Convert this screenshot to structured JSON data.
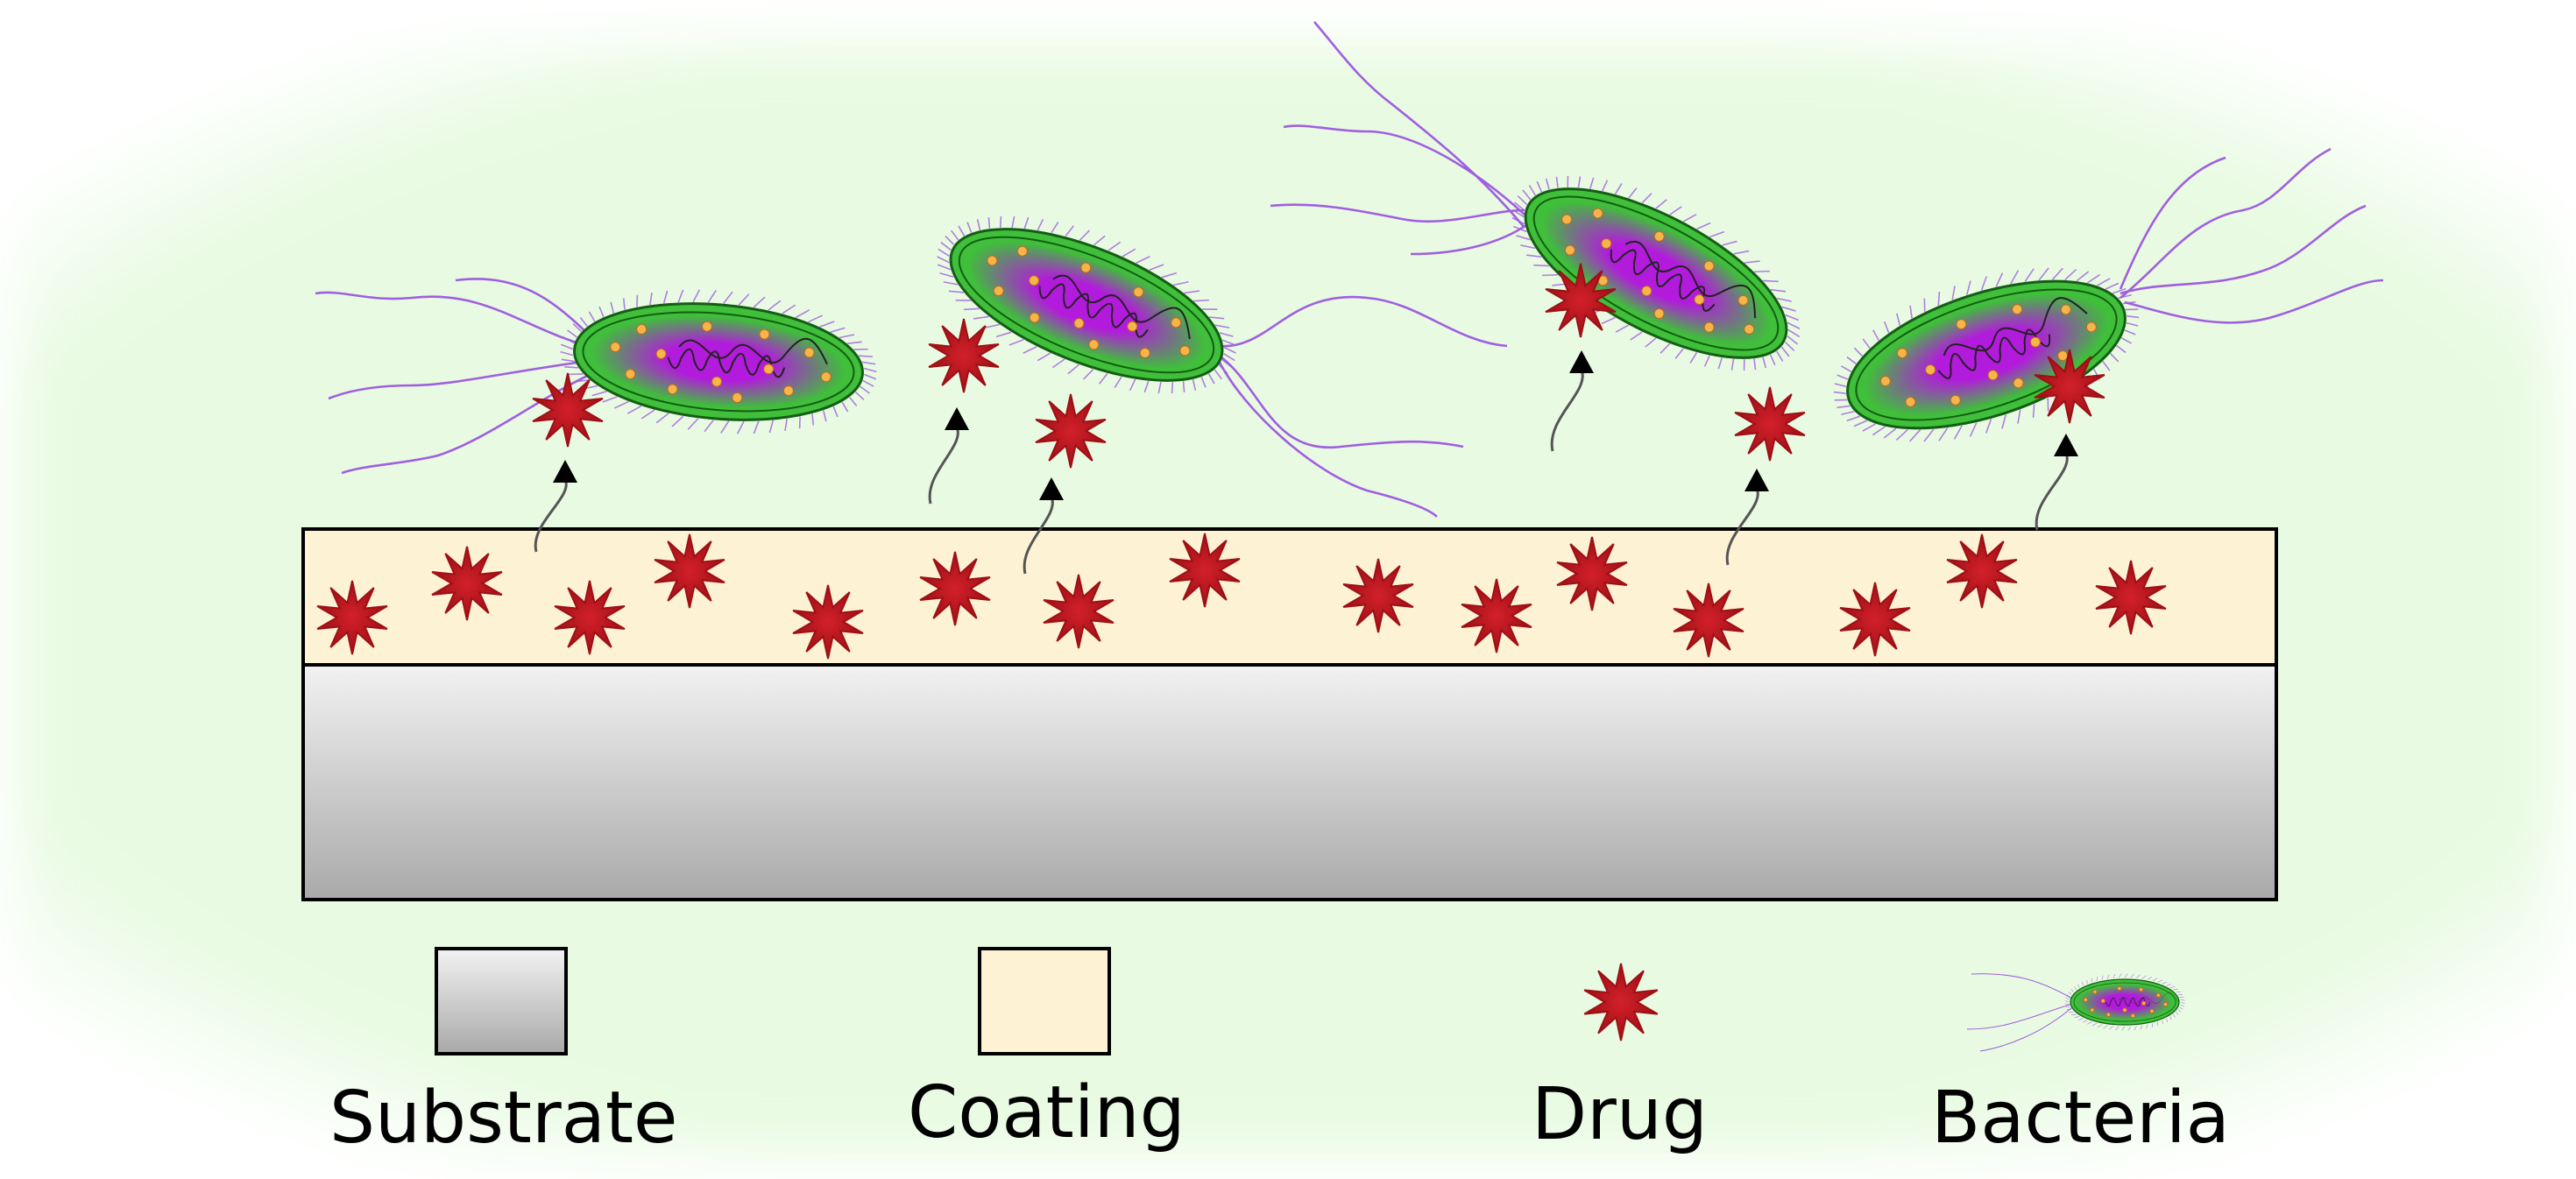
{
  "diagram": {
    "colors": {
      "background_glow": "#e8fbe2",
      "substrate_light": "#f2f2f2",
      "substrate_dark": "#a9a9a9",
      "coating": "#fdf2d4",
      "drug_outer": "#9e1015",
      "drug_inner": "#d3202b",
      "bacteria_body": "#3fbf3a",
      "bacteria_core": "#b21bdc",
      "bacteria_outline": "#145d14",
      "flagella": "#a05fe0",
      "granules": "#f5b54a",
      "outline": "#000000"
    },
    "icons": [
      "substrate-swatch-icon",
      "coating-swatch-icon",
      "drug-icon",
      "bacteria-icon",
      "arrow-icon"
    ]
  },
  "legend": {
    "substrate": "Substrate",
    "coating": "Coating",
    "drug": "Drug",
    "bacteria": "Bacteria"
  }
}
